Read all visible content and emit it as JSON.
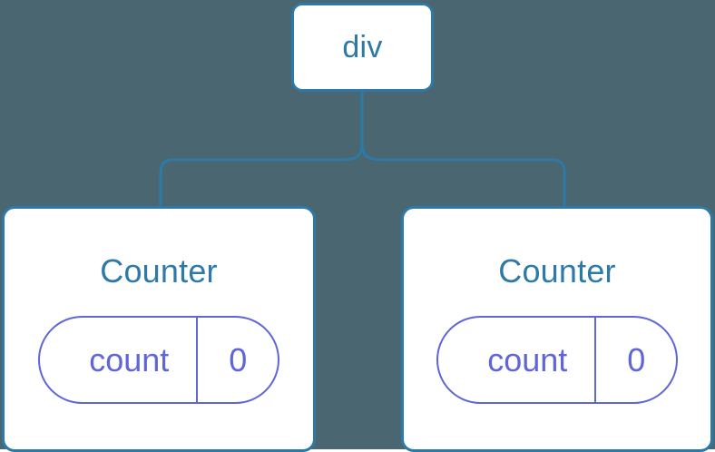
{
  "diagram": {
    "type": "component-tree",
    "background_color": "#4a6670",
    "node_border_color": "#2d7aa8",
    "node_fill_color": "#ffffff",
    "connector_color": "#2d7aa8",
    "state_pill_color": "#5f66d6",
    "root": {
      "label": "div"
    },
    "children": [
      {
        "title": "Counter",
        "state": {
          "key": "count",
          "value": "0"
        }
      },
      {
        "title": "Counter",
        "state": {
          "key": "count",
          "value": "0"
        }
      }
    ]
  }
}
